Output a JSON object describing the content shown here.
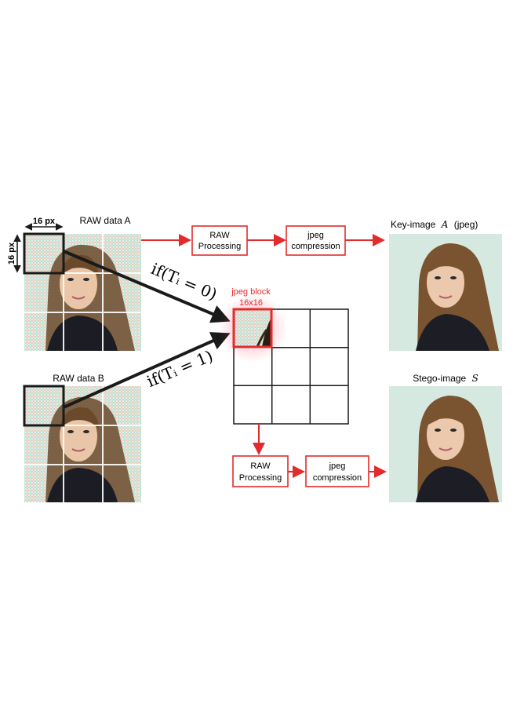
{
  "raw_a": {
    "title": "RAW data A",
    "width_label": "16 px",
    "height_label": "16 px"
  },
  "raw_b": {
    "title": "RAW data B"
  },
  "top_pipeline": {
    "step1_line1": "RAW",
    "step1_line2": "Processing",
    "step2_line1": "jpeg",
    "step2_line2": "compression"
  },
  "bottom_pipeline": {
    "step1_line1": "RAW",
    "step1_line2": "Processing",
    "step2_line1": "jpeg",
    "step2_line2": "compression"
  },
  "key_image": {
    "label_prefix": "Key-image",
    "symbol": "A",
    "label_suffix": "(jpeg)"
  },
  "stego_image": {
    "label_prefix": "Stego-image",
    "symbol": "S"
  },
  "jpeg_block": {
    "line1": "jpeg block",
    "line2": "16x16"
  },
  "conditions": {
    "if_a": "if(Tᵢ = 0)",
    "if_b": "if(Tᵢ = 1)"
  },
  "colors": {
    "accent_red": "#e32b2b",
    "background": "#ffffff",
    "photo_bg": "#d6e9e1",
    "hair": "#7a5330",
    "dark": "#1a1a1a"
  }
}
